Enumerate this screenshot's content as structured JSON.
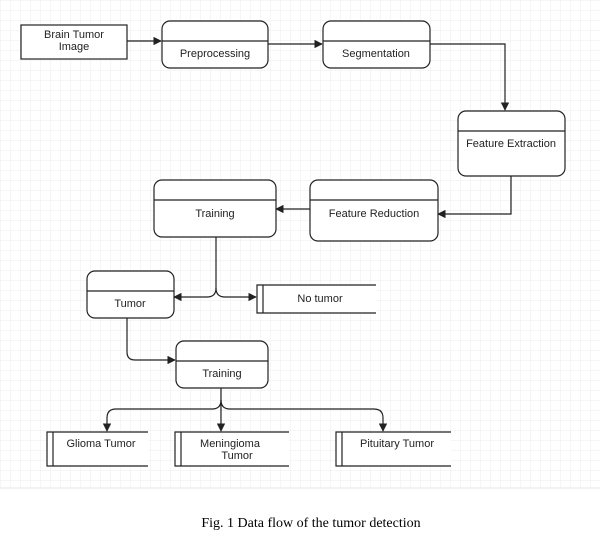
{
  "diagram": {
    "nodes": [
      {
        "id": "brain-tumor-image",
        "lines": [
          "Brain Tumor",
          "Image"
        ]
      },
      {
        "id": "preprocessing",
        "lines": [
          "Preprocessing"
        ]
      },
      {
        "id": "segmentation",
        "lines": [
          "Segmentation"
        ]
      },
      {
        "id": "feature-extraction",
        "lines": [
          "Feature Extraction"
        ]
      },
      {
        "id": "feature-reduction",
        "lines": [
          "Feature Reduction"
        ]
      },
      {
        "id": "training-1",
        "lines": [
          "Training"
        ]
      },
      {
        "id": "tumor",
        "lines": [
          "Tumor"
        ]
      },
      {
        "id": "no-tumor",
        "lines": [
          "No tumor"
        ]
      },
      {
        "id": "training-2",
        "lines": [
          "Training"
        ]
      },
      {
        "id": "glioma-tumor",
        "lines": [
          "Glioma Tumor"
        ]
      },
      {
        "id": "meningioma-tumor",
        "lines": [
          "Meningioma",
          "Tumor"
        ]
      },
      {
        "id": "pituitary-tumor",
        "lines": [
          "Pituitary Tumor"
        ]
      }
    ],
    "edges": [
      {
        "from": "brain-tumor-image",
        "to": "preprocessing"
      },
      {
        "from": "preprocessing",
        "to": "segmentation"
      },
      {
        "from": "segmentation",
        "to": "feature-extraction"
      },
      {
        "from": "feature-extraction",
        "to": "feature-reduction"
      },
      {
        "from": "feature-reduction",
        "to": "training-1"
      },
      {
        "from": "training-1",
        "to": "tumor"
      },
      {
        "from": "training-1",
        "to": "no-tumor"
      },
      {
        "from": "tumor",
        "to": "training-2"
      },
      {
        "from": "training-2",
        "to": "glioma-tumor"
      },
      {
        "from": "training-2",
        "to": "meningioma-tumor"
      },
      {
        "from": "training-2",
        "to": "pituitary-tumor"
      }
    ],
    "caption": "Fig. 1 Data flow of the tumor detection"
  }
}
